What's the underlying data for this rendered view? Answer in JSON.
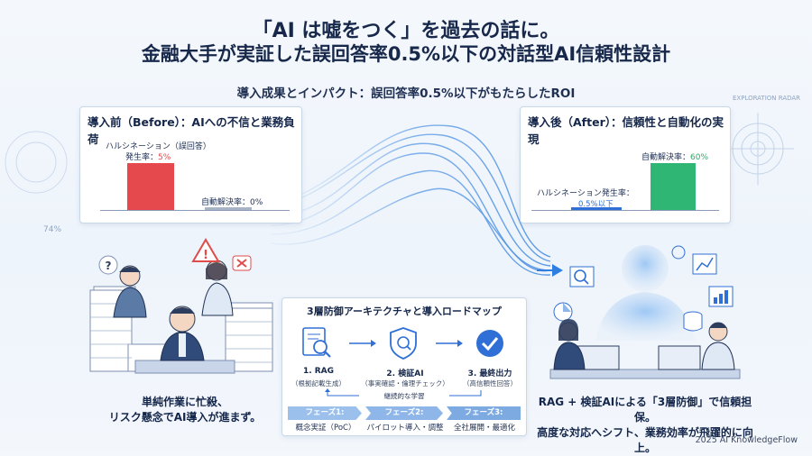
{
  "header": {
    "title_line1": "「AI は嘘をつく」を過去の話に。",
    "title_line2": "金融大手が実証した誤回答率0.5%以下の対話型AI信頼性設計",
    "subtitle": "導入成果とインパクト：誤回答率0.5%以下がもたらしたROI"
  },
  "before": {
    "title": "導入前（Before）：AIへの不信と業務負荷",
    "hallucination_label": "ハルシネーション（誤回答）",
    "hallucination_rate_prefix": "発生率：",
    "hallucination_rate_value": "5%",
    "automation_label": "自動解決率：0%",
    "caption_line1": "単純作業に忙殺、",
    "caption_line2": "リスク懸念でAI導入が進まず。"
  },
  "after": {
    "title": "導入後（After）：信頼性と自動化の実現",
    "automation_prefix": "自動解決率：",
    "automation_value": "60%",
    "hallucination_label": "ハルシネーション発生率：",
    "hallucination_value": "0.5%以下",
    "caption_line1": "RAG + 検証AIによる「3層防御」で信頼担保。",
    "caption_line2": "高度な対応へシフト、業務効率が飛躍的に向上。"
  },
  "architecture": {
    "title": "3層防御アーキテクチャと導入ロードマップ",
    "layers": [
      {
        "name": "1. RAG",
        "sub": "（根拠記載生成）"
      },
      {
        "name": "2. 検証AI",
        "sub": "（事実確認・倫理チェック）"
      },
      {
        "name": "3. 最終出力",
        "sub": "（高信頼性回答）"
      }
    ],
    "learning_loop": "継続的な学習",
    "phases": [
      {
        "name": "フェーズ1:",
        "desc": "概念実証（PoC）"
      },
      {
        "name": "フェーズ2:",
        "desc": "パイロット導入・調整"
      },
      {
        "name": "フェーズ3:",
        "desc": "全社展開・最適化"
      }
    ]
  },
  "decor": {
    "radar_label": "EXPLORATION RADAR",
    "left_percent": "74%"
  },
  "footer": {
    "copyright": "2025 AI KnowledgeFlow"
  },
  "colors": {
    "before_bar": "#e5484d",
    "after_bar": "#2fb574",
    "accent_blue": "#2f6fd6",
    "phase_blue": "#8fb6e8"
  }
}
